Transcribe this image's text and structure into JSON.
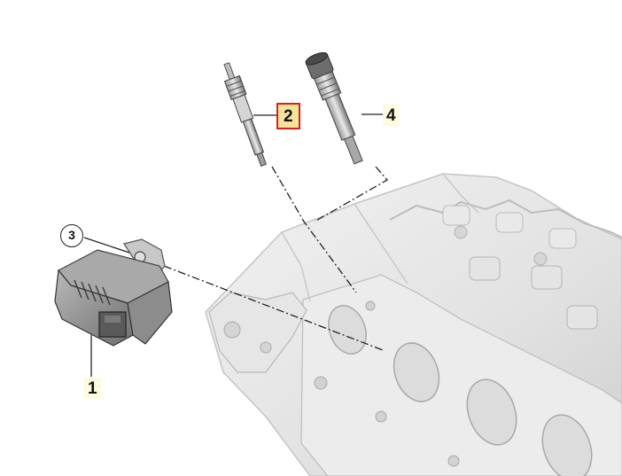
{
  "diagram": {
    "callouts": {
      "c1": "1",
      "c2": "2",
      "c3": "3",
      "c4": "4"
    },
    "highlighted_callout": "2",
    "colors": {
      "highlight_border": "#d61f1f",
      "highlight_fill": "#f6e39a",
      "label_fill": "#fffbe0"
    }
  }
}
